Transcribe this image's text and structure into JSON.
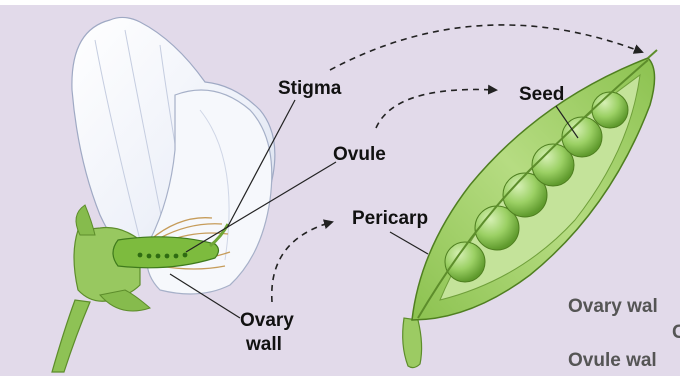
{
  "colors": {
    "background": "#e2daea",
    "page_edge": "#ffffff",
    "petal": "#f2f5fb",
    "pod": "#a6d26c",
    "pod_dark": "#6fa636",
    "seed": "#92cb5c",
    "stem": "#8ec255",
    "label_text": "#111111",
    "leader_line": "#222222"
  },
  "labels": {
    "stigma": "Stigma",
    "ovule": "Ovule",
    "ovary_wall_line1": "Ovary",
    "ovary_wall_line2": "wall",
    "seed": "Seed",
    "pericarp": "Pericarp"
  },
  "cropped_text": {
    "line1": "Ovary wal",
    "line2": "C",
    "line3": "Ovule wal"
  },
  "icons": {
    "flower": "pea-flower-illustration",
    "pod": "pea-pod-illustration",
    "arrows": "dashed-curved-arrow"
  }
}
